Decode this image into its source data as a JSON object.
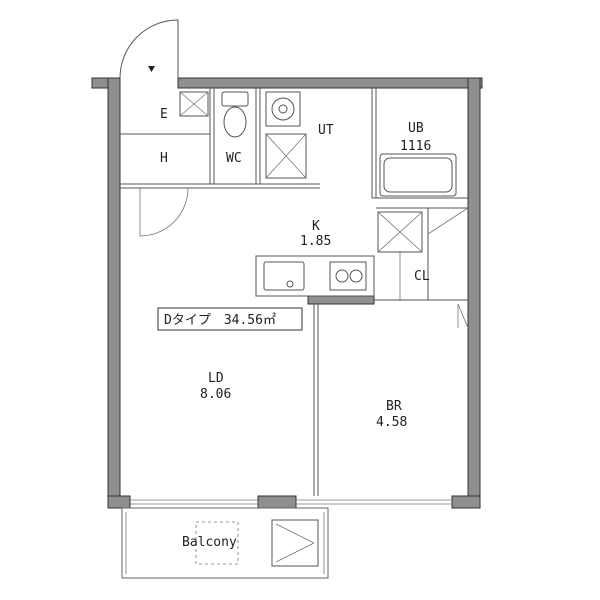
{
  "plan": {
    "type_label": "Dタイプ　34.56㎡",
    "rooms": {
      "entrance": {
        "name": "E"
      },
      "hall": {
        "name": "H"
      },
      "wc": {
        "name": "WC"
      },
      "ut": {
        "name": "UT"
      },
      "unit_bath": {
        "name": "UB",
        "size": "1116"
      },
      "kitchen": {
        "name": "K",
        "area": "1.85"
      },
      "closet": {
        "name": "CL"
      },
      "living_dining": {
        "name": "LD",
        "area": "8.06"
      },
      "bedroom": {
        "name": "BR",
        "area": "4.58"
      },
      "balcony": {
        "name": "Balcony"
      }
    }
  }
}
